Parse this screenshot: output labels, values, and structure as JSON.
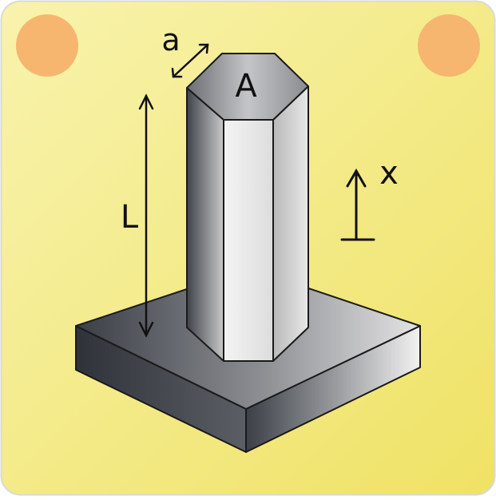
{
  "labels": {
    "top_face": "A",
    "side_length": "a",
    "height": "L",
    "coordinate": "x"
  },
  "colors": {
    "background_light": "#f7f2a8",
    "background_dark": "#efe36a",
    "corner_dot": "#f6b66f",
    "outline": "#1a1a1a",
    "metal_dark": "#3b3f46",
    "metal_light": "#f2f2f2"
  },
  "icons": {
    "corner_dots": "filled-circle",
    "dimension_arrows": "double-headed-arrow",
    "axis_arrow": "upward-arrow-with-base"
  }
}
